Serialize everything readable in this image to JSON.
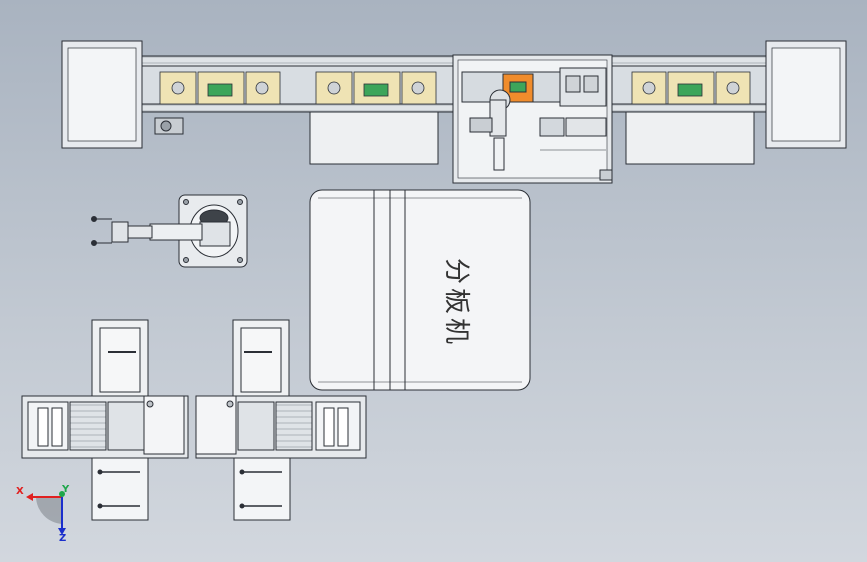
{
  "machine_label": "分板机",
  "axis": {
    "x_label": "X",
    "y_label": "Y",
    "z_label": "Z"
  },
  "colors": {
    "background": "#b9c1cc",
    "outline": "#2b2f36",
    "panel": "#e9ecef",
    "fixture": "#efe3b4",
    "pcb": "#3da55a",
    "highlight": "#f08c2c",
    "axis_x": "#e02020",
    "axis_y": "#1a2ecc",
    "axis_z": "#1ea64a"
  }
}
